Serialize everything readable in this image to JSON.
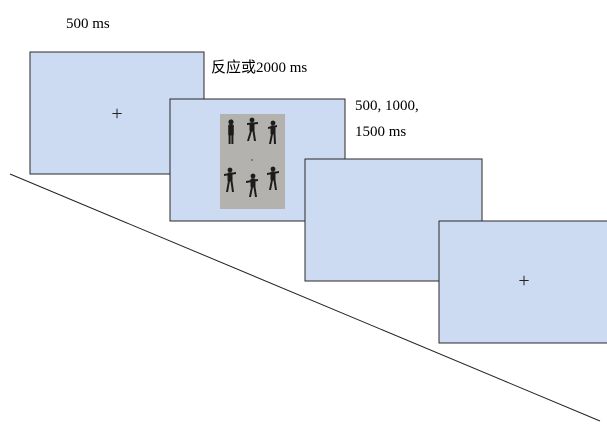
{
  "labels": {
    "fixation_duration": "500 ms",
    "stimulus_duration": "反应或2000 ms",
    "isi_duration_line1": "500, 1000,",
    "isi_duration_line2": "1500 ms"
  },
  "symbols": {
    "fixation_cross": "+"
  },
  "colors": {
    "screen_fill": "#ccdaf2",
    "stimulus_background": "#b4b2ae",
    "frame_stroke": "#2a2a2a"
  }
}
